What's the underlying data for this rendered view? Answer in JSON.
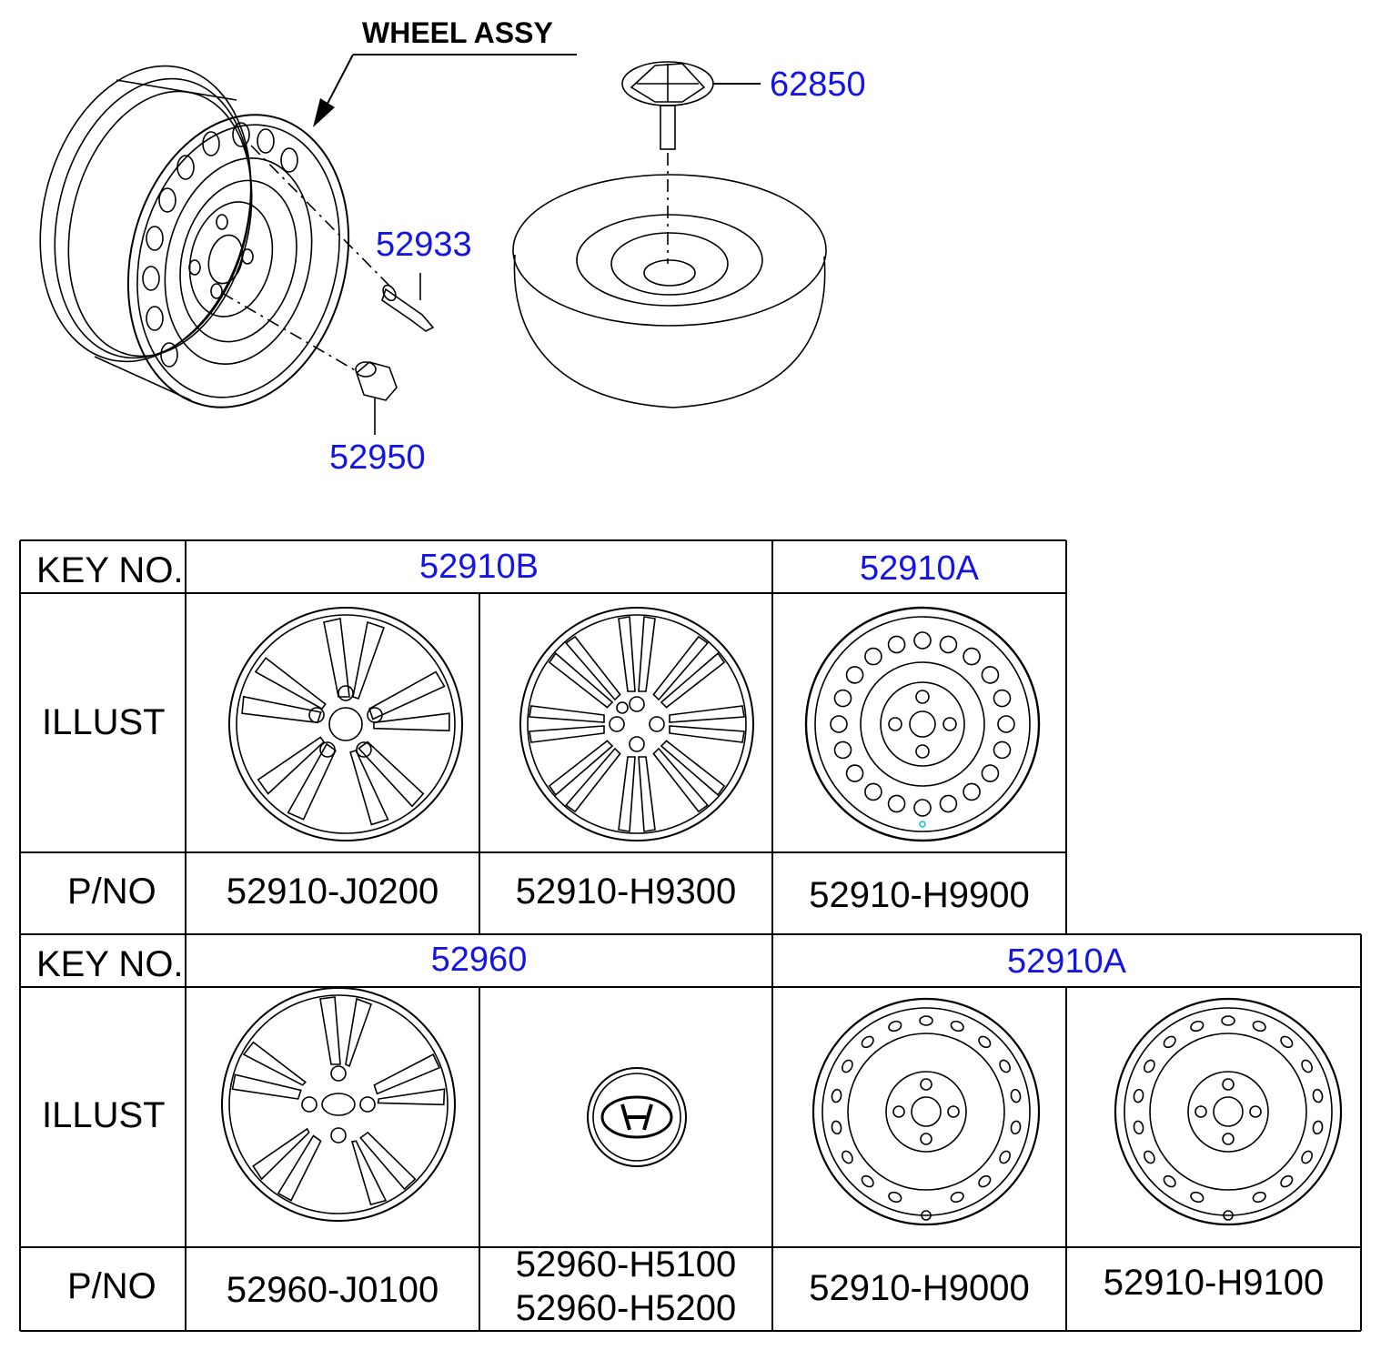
{
  "diagram": {
    "title": "WHEEL ASSY",
    "callouts": {
      "c62850": "62850",
      "c52933": "52933",
      "c52950": "52950"
    }
  },
  "table": {
    "row_headers": {
      "key_no": "KEY NO.",
      "illust": "ILLUST",
      "pno": "P/NO"
    },
    "top": {
      "keys": [
        "52910B",
        "52910A"
      ],
      "parts": [
        "52910-J0200",
        "52910-H9300",
        "52910-H9900"
      ]
    },
    "bottom": {
      "keys": [
        "52960",
        "52910A"
      ],
      "parts": [
        "52960-J0100",
        "52960-H5100",
        "52960-H5200",
        "52910-H9000",
        "52910-H9100"
      ]
    }
  },
  "colors": {
    "callout": "#1414e6",
    "line": "#000000"
  },
  "icons": [
    "steel-wheel-icon",
    "tire-icon",
    "spare-clamp-icon",
    "valve-icon",
    "lug-nut-icon",
    "alloy-wheel-icon",
    "center-cap-icon"
  ]
}
